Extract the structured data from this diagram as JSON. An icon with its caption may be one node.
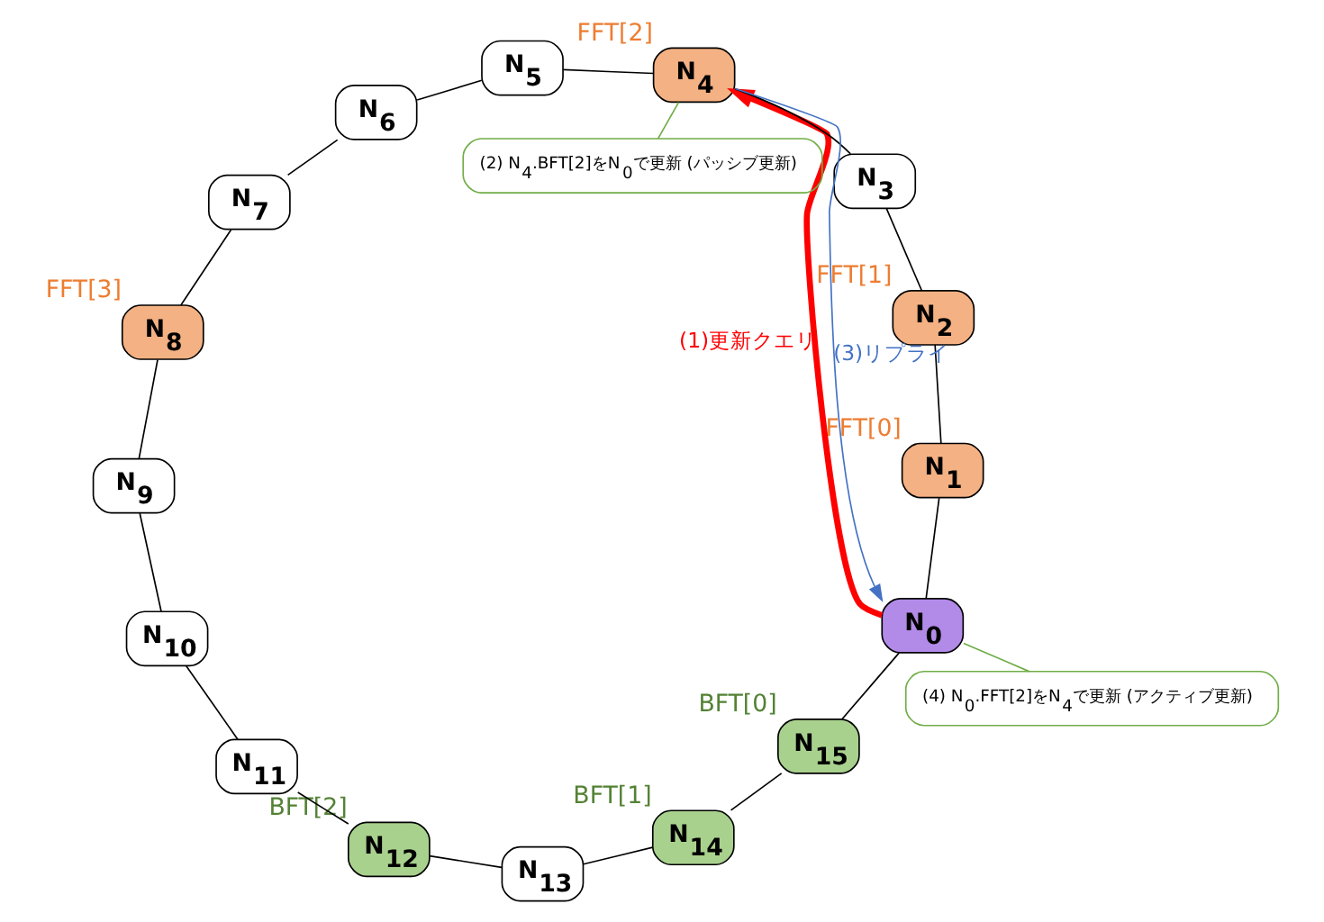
{
  "diagram": {
    "nodes": [
      {
        "text": [
          "N$_{0}$"
        ]
      },
      {
        "text": [
          "N$_{1}$"
        ],
        "beside": [
          "FFT[0]"
        ]
      },
      {
        "text": [
          "N$_{2}$"
        ],
        "beside": [
          "FFT[1]"
        ]
      },
      {
        "text": [
          "N$_{3}$"
        ]
      },
      {
        "text": [
          "N$_{4}$"
        ],
        "beside": [
          "FFT[2]"
        ]
      },
      {
        "text": [
          "N$_{5}$"
        ]
      },
      {
        "text": [
          "N$_{6}$"
        ]
      },
      {
        "text": [
          "N$_{7}$"
        ]
      },
      {
        "text": [
          "N$_{8}$"
        ],
        "beside": [
          "FFT[3]"
        ]
      },
      {
        "text": [
          "N$_{9}$"
        ]
      },
      {
        "text": [
          "N$_{10}$"
        ]
      },
      {
        "text": [
          "N$_{11}$"
        ]
      },
      {
        "text": [
          "N$_{12}$"
        ],
        "beside": [
          "BFT[2]"
        ]
      },
      {
        "text": [
          "N$_{13}$"
        ]
      },
      {
        "text": [
          "N$_{14}$"
        ],
        "beside": [
          "BFT[1]"
        ]
      },
      {
        "text": [
          "N$_{15}$"
        ],
        "beside": [
          "BFT[0]"
        ]
      },
      {
        "text": [
          "(4) N$_{0}$.FFT[2]をN$_{4}$で更新 (アクティブ更新)"
        ]
      },
      {
        "text": [
          "(2) N$_{4}$.BFT[2]をN$_{0}$で更新 (パッシブ更新)"
        ]
      }
    ],
    "edges": [
      {
        "from": 0,
        "to": 1,
        "arrow": "none"
      },
      {
        "from": 1,
        "to": 2,
        "arrow": "none"
      },
      {
        "from": 2,
        "to": 3,
        "arrow": "none"
      },
      {
        "from": 3,
        "to": 4,
        "arrow": "none"
      },
      {
        "from": 4,
        "to": 5,
        "arrow": "none"
      },
      {
        "from": 5,
        "to": 6,
        "arrow": "none"
      },
      {
        "from": 6,
        "to": 7,
        "arrow": "none"
      },
      {
        "from": 7,
        "to": 8,
        "arrow": "none"
      },
      {
        "from": 8,
        "to": 9,
        "arrow": "none"
      },
      {
        "from": 9,
        "to": 10,
        "arrow": "none"
      },
      {
        "from": 10,
        "to": 11,
        "arrow": "none"
      },
      {
        "from": 11,
        "to": 12,
        "arrow": "none"
      },
      {
        "from": 12,
        "to": 13,
        "arrow": "none"
      },
      {
        "from": 13,
        "to": 14,
        "arrow": "none"
      },
      {
        "from": 14,
        "to": 15,
        "arrow": "none"
      },
      {
        "from": 15,
        "to": 0,
        "arrow": "none"
      },
      {
        "from": 0,
        "to": 4,
        "arrow": "to",
        "label": "(1)更新クエリ",
        "style": "thick",
        "color": "#ff0000"
      },
      {
        "from": 4,
        "to": 0,
        "arrow": "to",
        "label": "(3)リプライ",
        "color": "#4472c4"
      },
      {
        "from": 16,
        "to": 0,
        "arrow": "none",
        "color": "#70ad47"
      },
      {
        "from": 17,
        "to": 4,
        "arrow": "none",
        "color": "#70ad47"
      }
    ]
  }
}
